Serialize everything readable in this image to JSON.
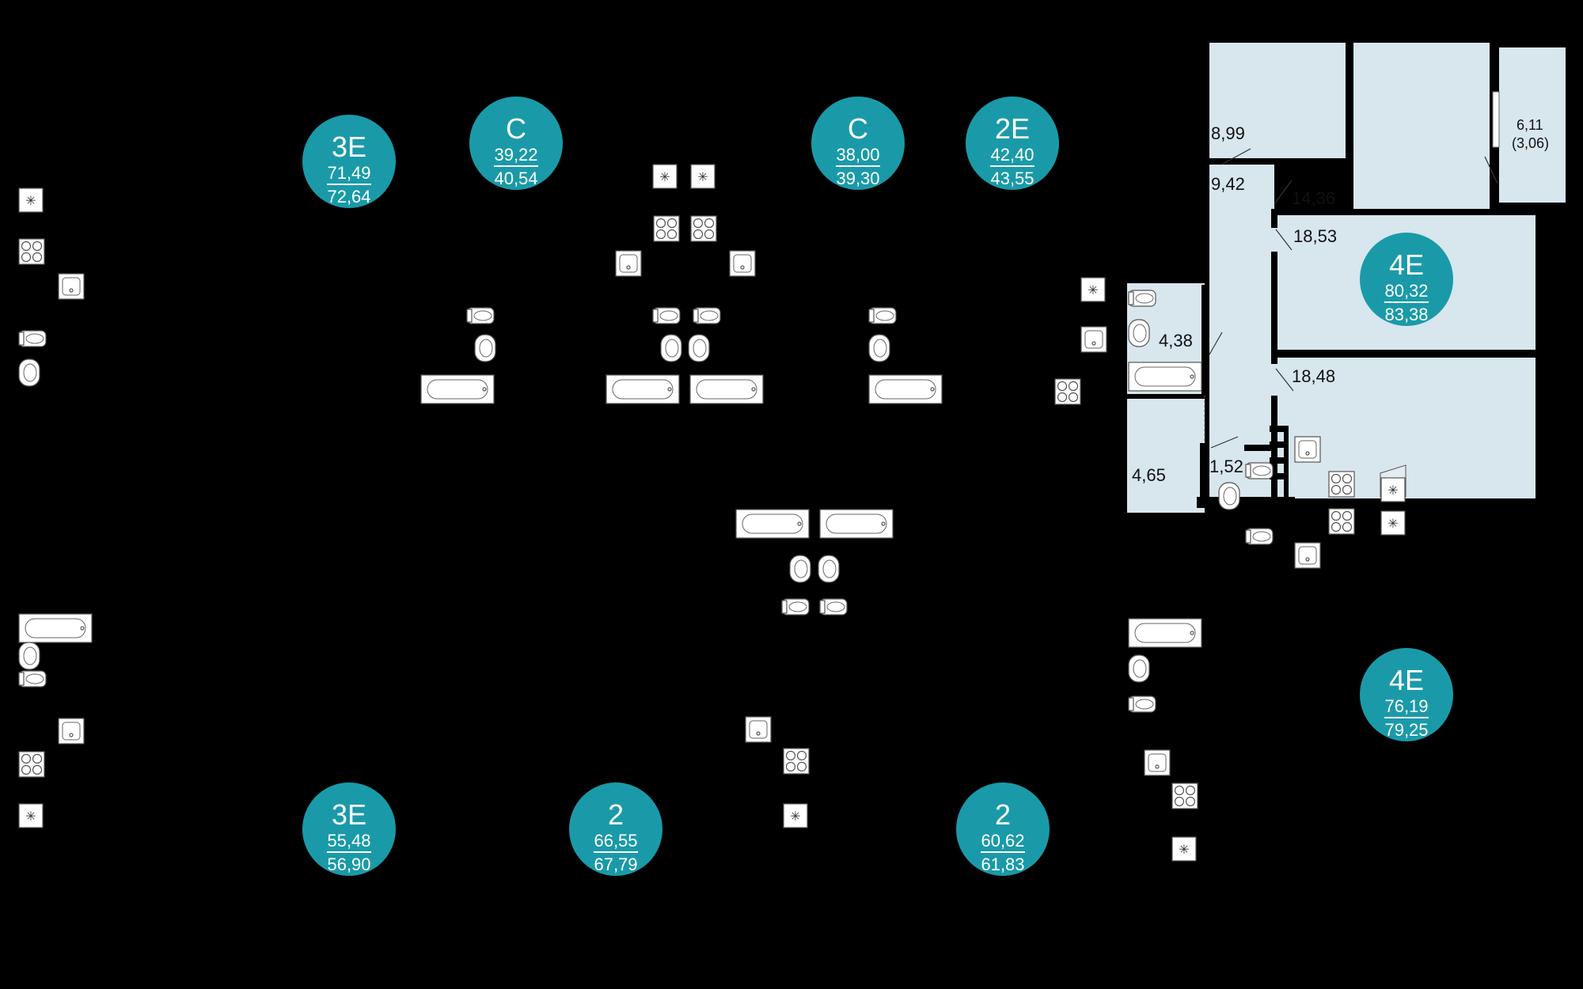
{
  "colors": {
    "background": "#000000",
    "badge": "#1a9aa8",
    "room_fill": "#d8e6ee",
    "wall": "#000000"
  },
  "badges": [
    {
      "type": "3Е",
      "area": "71,49",
      "total": "72,64"
    },
    {
      "type": "С",
      "area": "39,22",
      "total": "40,54"
    },
    {
      "type": "С",
      "area": "38,00",
      "total": "39,30"
    },
    {
      "type": "2Е",
      "area": "42,40",
      "total": "43,55"
    },
    {
      "type": "4Е",
      "area": "80,32",
      "total": "83,38"
    },
    {
      "type": "4Е",
      "area": "76,19",
      "total": "79,25"
    },
    {
      "type": "3Е",
      "area": "55,48",
      "total": "56,90"
    },
    {
      "type": "2",
      "area": "66,55",
      "total": "67,79"
    },
    {
      "type": "2",
      "area": "60,62",
      "total": "61,83"
    }
  ],
  "rooms": {
    "r1": "8,99",
    "r2": "9,42",
    "r3": "14,36",
    "r4": "18,53",
    "r5": "6,11",
    "r5b": "(3,06)",
    "r6": "4,38",
    "r7": "18,48",
    "r8": "1,52",
    "r9": "4,65"
  },
  "icons": {
    "stove": "stove-icon",
    "sink": "sink-icon",
    "toilet": "toilet-icon",
    "washbasin": "washbasin-icon",
    "bathtub": "bathtub-icon",
    "fridge": "fridge-icon"
  }
}
